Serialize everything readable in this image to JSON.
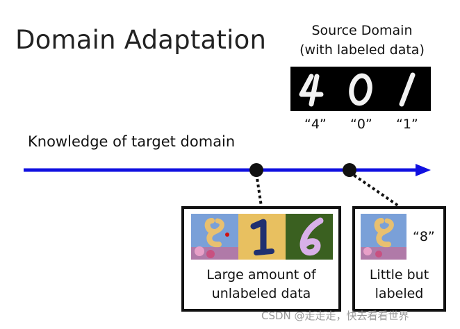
{
  "title": "Domain Adaptation",
  "source_domain": {
    "title_line1": "Source Domain",
    "title_line2": "(with labeled data)",
    "digit_labels": [
      "“4”",
      "“0”",
      "“1”"
    ]
  },
  "timeline": {
    "label": "Knowledge of target domain",
    "color": "#1010e0"
  },
  "target_boxes": {
    "unlabeled": {
      "caption_line1": "Large amount of",
      "caption_line2": "unlabeled data"
    },
    "labeled": {
      "caption_line1": "Little but",
      "caption_line2": "labeled",
      "digit_label": "“8”"
    }
  },
  "watermark": "CSDN @走走走，快去看看世界"
}
